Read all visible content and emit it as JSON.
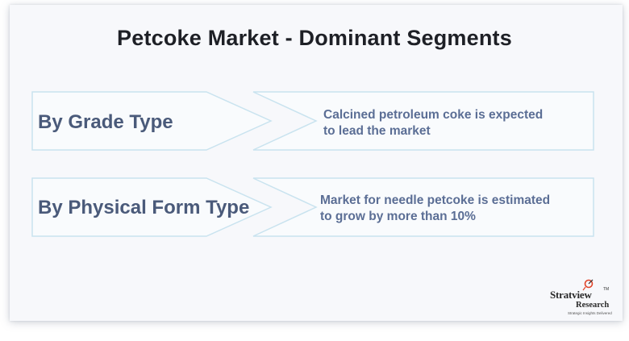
{
  "title": "Petcoke Market - Dominant Segments",
  "segments": [
    {
      "label": "By Grade Type",
      "description_line1": "Calcined petroleum coke is expected",
      "description_line2": "to lead the market"
    },
    {
      "label": "By Physical Form Type",
      "description_line1": "Market for needle petcoke is estimated",
      "description_line2": "to grow by more than 10%"
    }
  ],
  "logo": {
    "name": "Stratview",
    "tm": "TM",
    "sub": "Research",
    "tagline": "Strategic Insights Delivered"
  },
  "colors": {
    "outline": "#c9e3ef",
    "label_text": "#4a5a7a",
    "desc_text": "#5b6e95",
    "title_text": "#1e2026",
    "logo_accent": "#e0442a"
  }
}
